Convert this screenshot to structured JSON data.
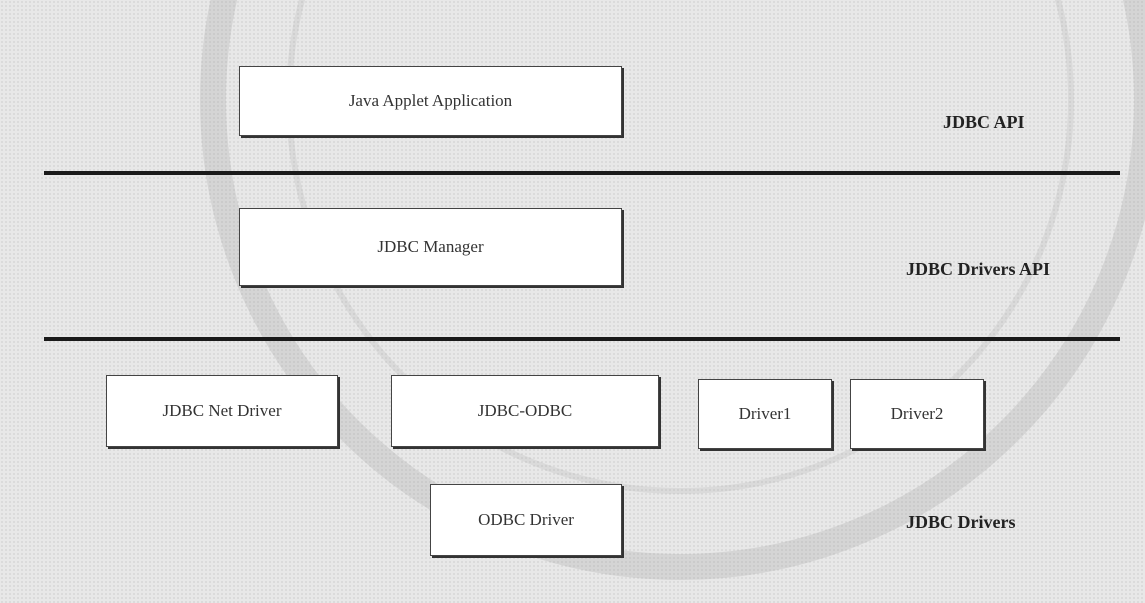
{
  "layers": {
    "api_label": "JDBC API",
    "drivers_api_label": "JDBC Drivers API",
    "drivers_label": "JDBC Drivers"
  },
  "boxes": {
    "java_applet": "Java Applet Application",
    "jdbc_manager": "JDBC Manager",
    "jdbc_net_driver": "JDBC Net Driver",
    "jdbc_odbc": "JDBC-ODBC",
    "driver1": "Driver1",
    "driver2": "Driver2",
    "odbc_driver": "ODBC Driver"
  },
  "watermark": {
    "color": "#999999"
  }
}
